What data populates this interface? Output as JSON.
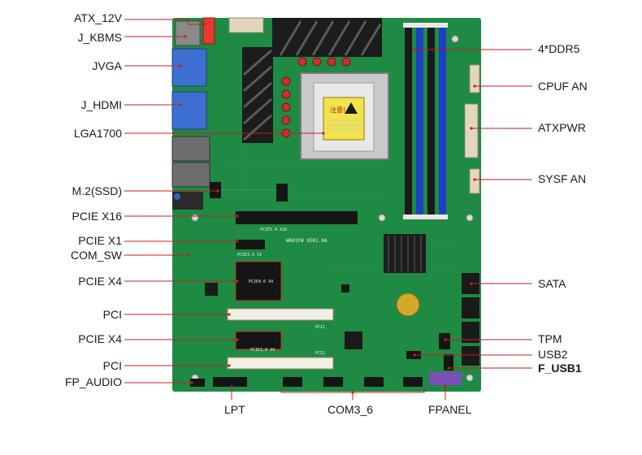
{
  "board": {
    "silk_model": "W681FW VER1.0A",
    "warning_text": "注意!",
    "slot_labels": {
      "pcie16": "PCIE5.0 X16",
      "pcie1": "PCIE3.0 X1",
      "pcie4a": "PCIE4.0 X4",
      "pci1": "PCI1",
      "pcie4b": "PCIE3.0 X4",
      "pci2": "PCI2"
    }
  },
  "callouts": {
    "left": [
      {
        "id": "atx12v",
        "text": "ATX_12V"
      },
      {
        "id": "jkbms",
        "text": "J_KBMS"
      },
      {
        "id": "jvga",
        "text": "JVGA"
      },
      {
        "id": "jhdmi",
        "text": "J_HDMI"
      },
      {
        "id": "lga1700",
        "text": "LGA1700"
      },
      {
        "id": "m2ssd",
        "text": "M.2(SSD)"
      },
      {
        "id": "pciex16",
        "text": "PCIE X16"
      },
      {
        "id": "pciex1",
        "text": "PCIE X1"
      },
      {
        "id": "comsw",
        "text": "COM_SW"
      },
      {
        "id": "pciex4a",
        "text": "PCIE X4"
      },
      {
        "id": "pci_a",
        "text": "PCI"
      },
      {
        "id": "pciex4b",
        "text": "PCIE X4"
      },
      {
        "id": "pci_b",
        "text": "PCI"
      },
      {
        "id": "fpaudio",
        "text": "FP_AUDIO"
      }
    ],
    "right": [
      {
        "id": "ddr5",
        "text": "4*DDR5"
      },
      {
        "id": "cpufan",
        "text": "CPUF AN"
      },
      {
        "id": "atxpwr",
        "text": "ATXPWR"
      },
      {
        "id": "sysfan",
        "text": "SYSF AN"
      },
      {
        "id": "sata",
        "text": "SATA"
      },
      {
        "id": "tpm",
        "text": "TPM"
      },
      {
        "id": "usb2",
        "text": "USB2"
      },
      {
        "id": "fusb1",
        "text": "F_USB1"
      }
    ],
    "bottom": [
      {
        "id": "lpt",
        "text": "LPT"
      },
      {
        "id": "com36",
        "text": "COM3_6"
      },
      {
        "id": "fpanel",
        "text": "FPANEL"
      }
    ]
  },
  "colors": {
    "pcb": "#1f8a43",
    "pcb_dark": "#16703a",
    "dimm_blue": "#1d3fc4",
    "dimm_black": "#1a1a1a",
    "slot_white": "#f2efe6",
    "slot_black": "#151515",
    "fan_header": "#e2d6c0",
    "pin_red": "#c8322b",
    "cpu_heatsink": "#1c1c1c",
    "connector_blue": "#2a63c7",
    "leader": "#c81e1e"
  }
}
